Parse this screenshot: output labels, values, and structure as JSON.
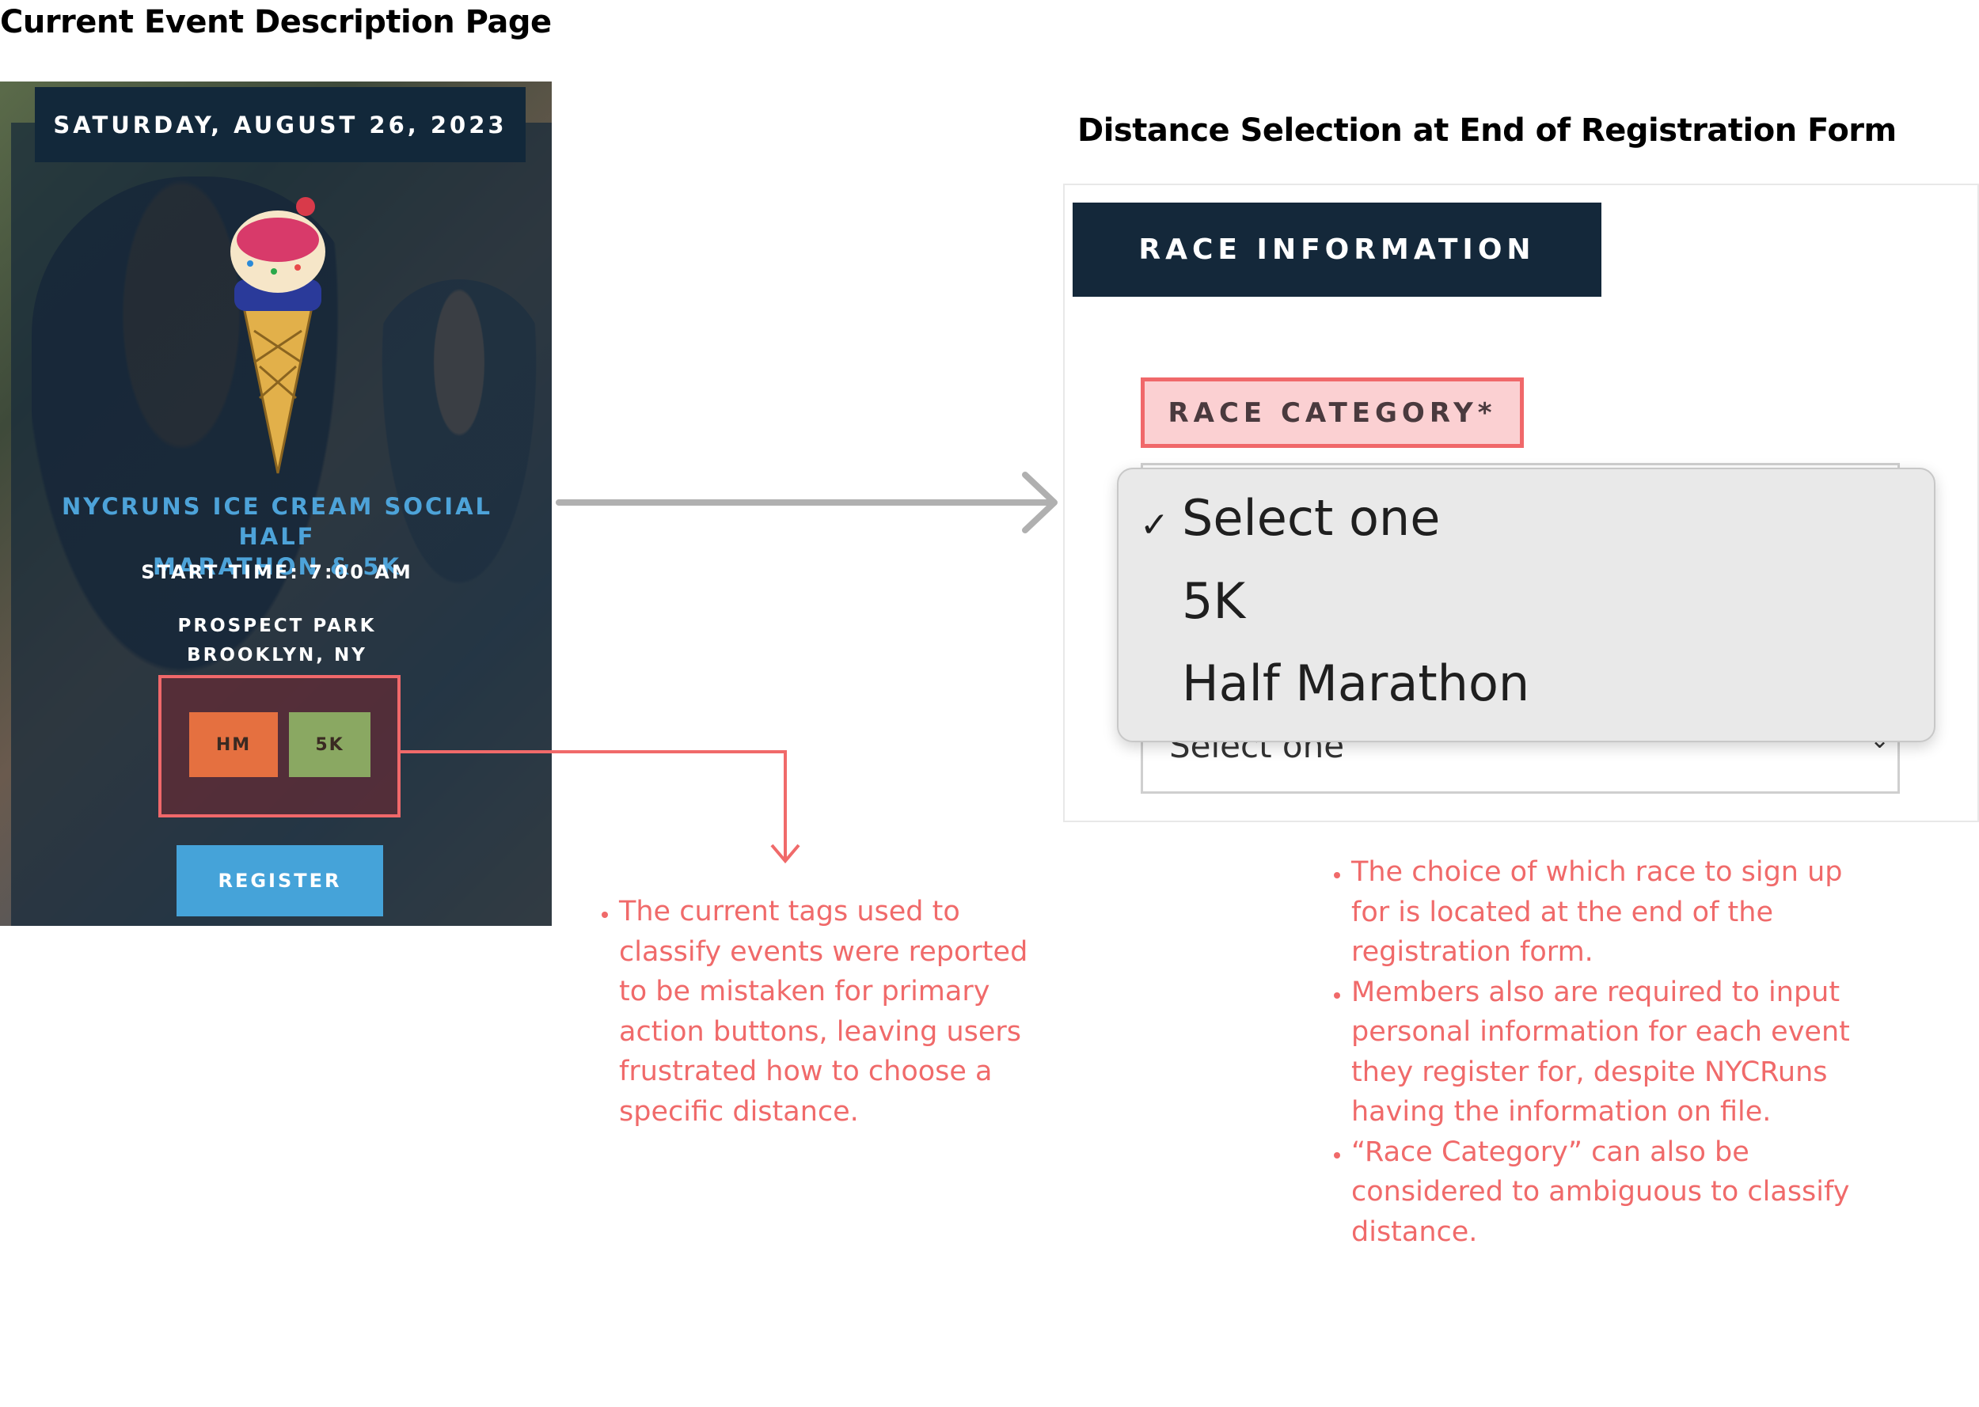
{
  "left_section": {
    "title": "Current Event Description Page",
    "event": {
      "date": "SATURDAY, AUGUST 26, 2023",
      "name_line1": "NYCRUNS ICE CREAM SOCIAL HALF",
      "name_line2": "MARATHON & 5K",
      "start_time": "START TIME: 7:00 AM",
      "location_line1": "PROSPECT PARK",
      "location_line2": "BROOKLYN, NY",
      "tags": [
        "HM",
        "5K"
      ],
      "register_label": "REGISTER"
    },
    "annotation": "The current tags used to classify events were reported to be mistaken for primary action buttons, leaving users frustrated how to choose a specific distance."
  },
  "right_section": {
    "title": "Distance Selection at End of Registration Form",
    "header": "RACE INFORMATION",
    "category_label": "RACE CATEGORY*",
    "select_value": "Select one",
    "select_caret": "⌄",
    "dropdown_options": [
      "Select one",
      "5K",
      "Half Marathon"
    ],
    "checkmark": "✓",
    "annotations": [
      "The choice of which race to sign up for is located at the end of the registration form.",
      "Members also are required to input personal information for each event they register for, despite NYCRuns having the information on file.",
      "“Race Category” can also be considered to ambiguous to classify distance."
    ]
  },
  "colors": {
    "accent_red": "#f06a6a",
    "navy": "#14283a",
    "event_blue": "#4da3d9",
    "tag_hm": "#e57040",
    "tag_5k": "#8aa862",
    "arrow_gray": "#b0b0b0"
  }
}
